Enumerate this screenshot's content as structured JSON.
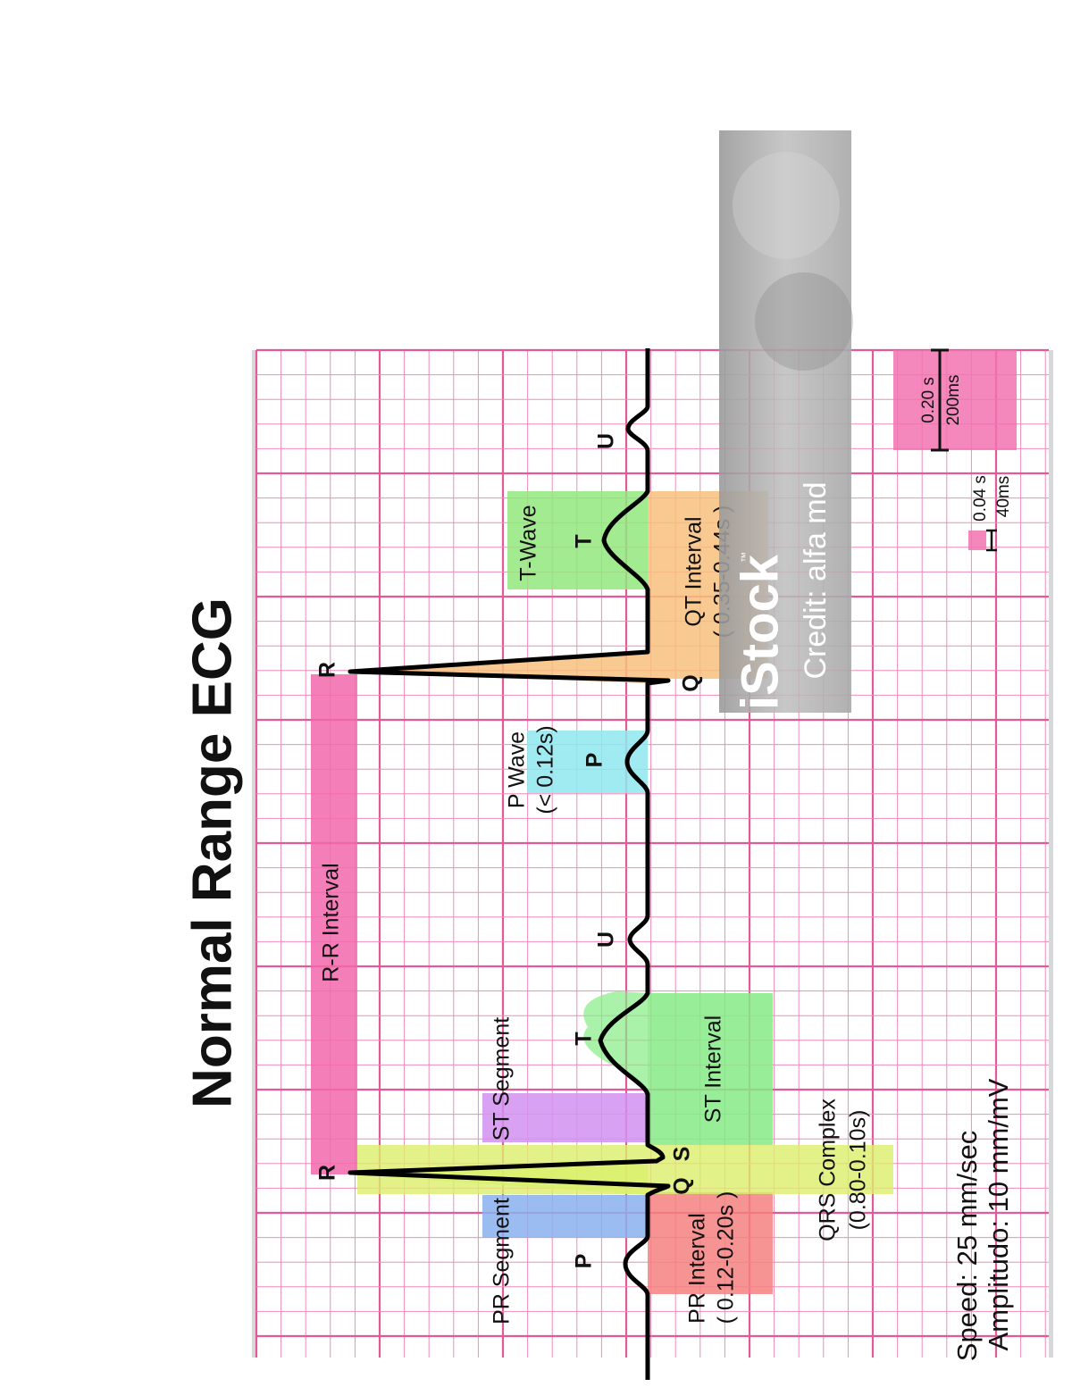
{
  "title": "Normal Range ECG",
  "segments": {
    "pr_segment": "PR Segment",
    "pr_interval": "PR Interval",
    "pr_interval_range": "( 0.12-0.20s )",
    "qrs_complex": "QRS Complex",
    "qrs_range": "(0.80-0.10s)",
    "st_segment": "ST Segment",
    "st_interval": "ST Interval",
    "rr_interval": "R-R Interval",
    "p_wave": "P Wave",
    "p_wave_range": "(< 0.12s)",
    "qt_interval": "QT Interval",
    "qt_range": "( 0.35-0.44s )",
    "t_wave": "T-Wave"
  },
  "wave_labels": {
    "p": "P",
    "q": "Q",
    "r": "R",
    "s": "S",
    "t": "T",
    "u": "U"
  },
  "specs": {
    "speed": "Speed: 25 mm/sec",
    "amplitude": "Amplitudo: 10 mm/mV"
  },
  "scale": {
    "big_s": "0.20 s",
    "big_ms": "200ms",
    "small_s": "0.04 s",
    "small_ms": "40ms"
  },
  "watermark": {
    "logo": "iStock",
    "tm": "™",
    "credit": "Credit: alfa md"
  },
  "colors": {
    "grid": "#f08cb8",
    "grid_major": "#e35a98",
    "pr_segment": "#8ab0ef",
    "pr_interval": "#f48080",
    "qrs": "#dbef6c",
    "st_segment": "#d291f0",
    "st_interval": "#86eb86",
    "rr": "#f268ac",
    "p_wave": "#8fe8ee",
    "qt": "#f7c07c",
    "t_wave": "#92e87e",
    "scale_box": "#f272b0"
  }
}
